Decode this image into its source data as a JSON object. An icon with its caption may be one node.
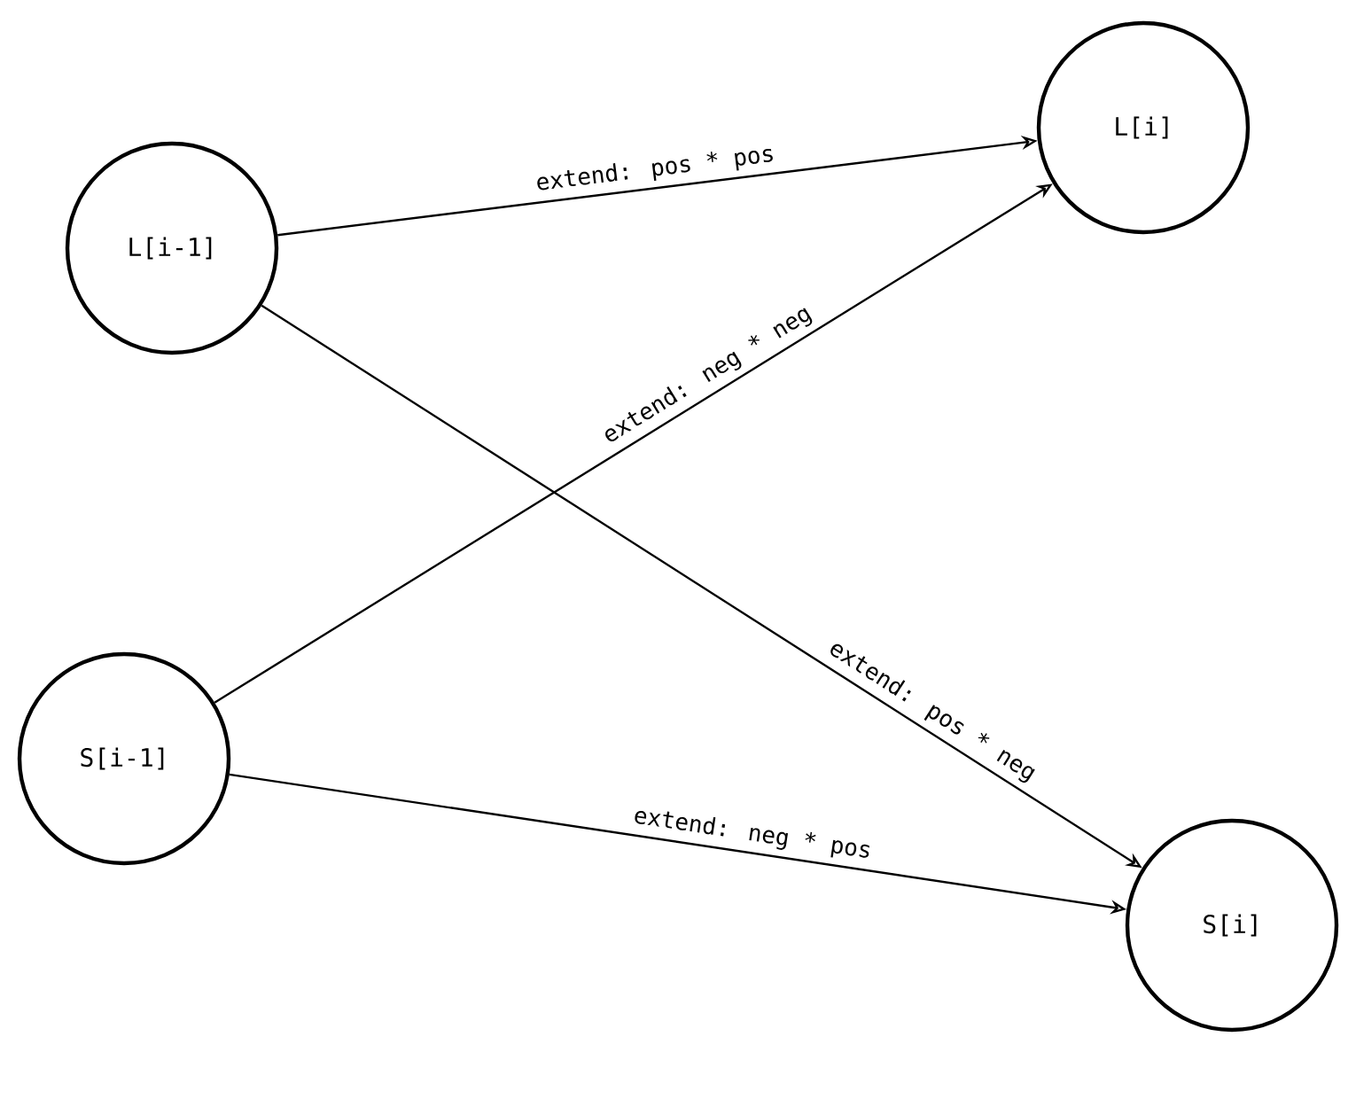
{
  "diagram": {
    "nodes": [
      {
        "text": [
          "L[i-1]"
        ]
      },
      {
        "text": [
          "L[i]"
        ]
      },
      {
        "text": [
          "S[i-1]"
        ]
      },
      {
        "text": [
          "S[i]"
        ]
      }
    ],
    "edges": [
      {
        "from": 0,
        "to": 1,
        "arrow": "to",
        "label": "extend: pos * pos"
      },
      {
        "from": 2,
        "to": 1,
        "arrow": "to",
        "label": "extend: neg * neg"
      },
      {
        "from": 0,
        "to": 3,
        "arrow": "to",
        "label": "extend: pos * neg"
      },
      {
        "from": 2,
        "to": 3,
        "arrow": "to",
        "label": "extend: neg * pos"
      }
    ]
  }
}
